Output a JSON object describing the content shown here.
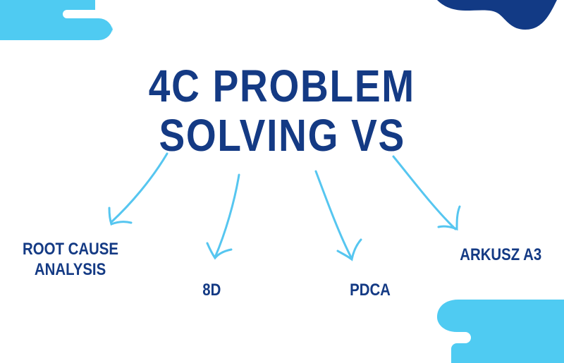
{
  "title": {
    "line1": "4C PROBLEM",
    "line2": "SOLVING VS"
  },
  "branches": [
    {
      "line1": "ROOT CAUSE",
      "line2": "ANALYSIS"
    },
    {
      "line1": "8D"
    },
    {
      "line1": "PDCA"
    },
    {
      "line1": "ARKUSZ A3"
    }
  ],
  "colors": {
    "navy": "#143a84",
    "cyan": "#4fcbf2",
    "arrow": "#56c6f0"
  }
}
